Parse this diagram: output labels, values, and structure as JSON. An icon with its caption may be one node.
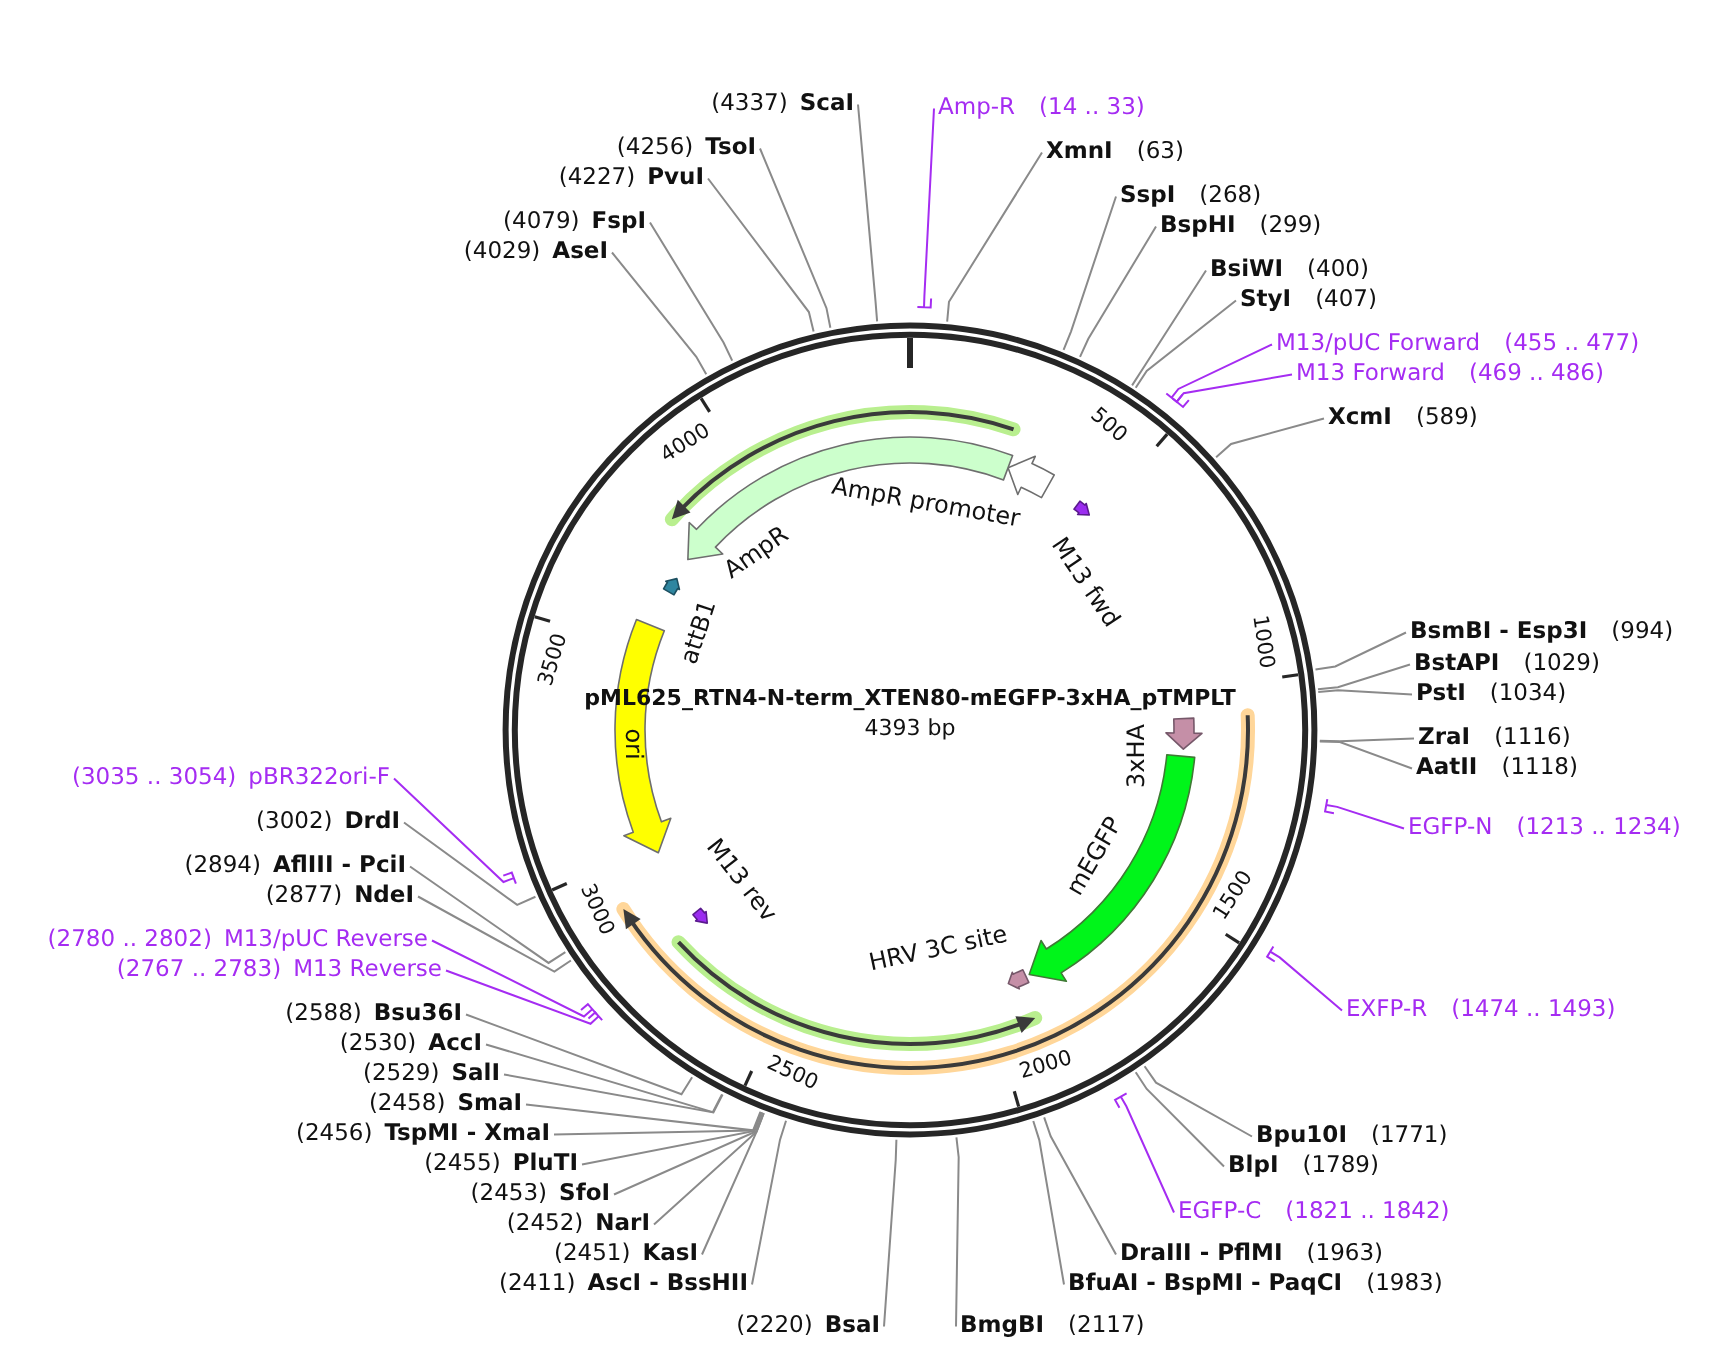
{
  "diagram": {
    "title": "pML625_RTN4-N-term_XTEN80-mEGFP-3xHA_pTMPLT",
    "nodes": [
      {
        "text": [
          "Amp-R",
          "(14 .. 33)"
        ]
      },
      {
        "text": [
          "XmnI",
          "(63)"
        ]
      },
      {
        "text": [
          "SspI",
          "(268)"
        ]
      },
      {
        "text": [
          "BspHI",
          "(299)"
        ]
      },
      {
        "text": [
          "BsiWI",
          "(400)"
        ]
      },
      {
        "text": [
          "StyI",
          "(407)"
        ]
      },
      {
        "text": [
          "M13/pUC Forward",
          "(455 .. 477)"
        ]
      },
      {
        "text": [
          "M13 Forward",
          "(469 .. 486)"
        ]
      },
      {
        "text": [
          "XcmI",
          "(589)"
        ]
      },
      {
        "text": [
          "BsmBI - Esp3I",
          "(994)"
        ]
      },
      {
        "text": [
          "BstAPI",
          "(1029)"
        ]
      },
      {
        "text": [
          "PstI",
          "(1034)"
        ]
      },
      {
        "text": [
          "ZraI",
          "(1116)"
        ]
      },
      {
        "text": [
          "AatII",
          "(1118)"
        ]
      },
      {
        "text": [
          "EGFP-N",
          "(1213 .. 1234)"
        ]
      },
      {
        "text": [
          "EXFP-R",
          "(1474 .. 1493)"
        ]
      },
      {
        "text": [
          "Bpu10I",
          "(1771)"
        ]
      },
      {
        "text": [
          "BlpI",
          "(1789)"
        ]
      },
      {
        "text": [
          "EGFP-C",
          "(1821 .. 1842)"
        ]
      },
      {
        "text": [
          "DraIII - PflMI",
          "(1963)"
        ]
      },
      {
        "text": [
          "BfuAI - BspMI - PaqCI",
          "(1983)"
        ]
      },
      {
        "text": [
          "BmgBI",
          "(2117)"
        ]
      },
      {
        "text": [
          "(2220)",
          "BsaI"
        ]
      },
      {
        "text": [
          "(2411)",
          "AscI - BssHII"
        ]
      },
      {
        "text": [
          "(2451)",
          "KasI"
        ]
      },
      {
        "text": [
          "(2452)",
          "NarI"
        ]
      },
      {
        "text": [
          "(2453)",
          "SfoI"
        ]
      },
      {
        "text": [
          "(2455)",
          "PluTI"
        ]
      },
      {
        "text": [
          "(2456)",
          "TspMI - XmaI"
        ]
      },
      {
        "text": [
          "(2458)",
          "SmaI"
        ]
      },
      {
        "text": [
          "(2529)",
          "SalI"
        ]
      },
      {
        "text": [
          "(2530)",
          "AccI"
        ]
      },
      {
        "text": [
          "(2588)",
          "Bsu36I"
        ]
      },
      {
        "text": [
          "(2767 .. 2783)",
          "M13 Reverse"
        ]
      },
      {
        "text": [
          "(2780 .. 2802)",
          "M13/pUC Reverse"
        ]
      },
      {
        "text": [
          "(2877)",
          "NdeI"
        ]
      },
      {
        "text": [
          "(2894)",
          "AflIII - PciI"
        ]
      },
      {
        "text": [
          "(3002)",
          "DrdI"
        ]
      },
      {
        "text": [
          "(3035 .. 3054)",
          "pBR322ori-F"
        ]
      },
      {
        "text": [
          "(4029)",
          "AseI"
        ]
      },
      {
        "text": [
          "(4079)",
          "FspI"
        ]
      },
      {
        "text": [
          "(4227)",
          "PvuI"
        ]
      },
      {
        "text": [
          "(4256)",
          "TsoI"
        ]
      },
      {
        "text": [
          "(4337)",
          "ScaI"
        ]
      },
      {
        "text": [
          "AmpR promoter"
        ]
      },
      {
        "text": [
          "M13 fwd"
        ]
      },
      {
        "text": [
          "3xHA"
        ]
      },
      {
        "text": [
          "mEGFP"
        ]
      },
      {
        "text": [
          "HRV 3C site"
        ]
      },
      {
        "text": [
          "M13 rev"
        ]
      },
      {
        "text": [
          "ori"
        ]
      },
      {
        "text": [
          "attB1"
        ]
      },
      {
        "text": [
          "AmpR"
        ]
      }
    ],
    "edges": [
      {
        "from": 0,
        "to": null,
        "arrow": "other",
        "color": "#a52cf2"
      },
      {
        "from": 1,
        "to": null,
        "arrow": "none"
      },
      {
        "from": 2,
        "to": null,
        "arrow": "none"
      },
      {
        "from": 3,
        "to": null,
        "arrow": "none"
      },
      {
        "from": 4,
        "to": null,
        "arrow": "none"
      },
      {
        "from": 5,
        "to": null,
        "arrow": "none"
      },
      {
        "from": 6,
        "to": null,
        "arrow": "other",
        "color": "#a52cf2"
      },
      {
        "from": 7,
        "to": null,
        "arrow": "other",
        "color": "#a52cf2"
      },
      {
        "from": 8,
        "to": null,
        "arrow": "none"
      },
      {
        "from": 9,
        "to": null,
        "arrow": "none"
      },
      {
        "from": 10,
        "to": null,
        "arrow": "none"
      },
      {
        "from": 11,
        "to": null,
        "arrow": "none"
      },
      {
        "from": 12,
        "to": null,
        "arrow": "none"
      },
      {
        "from": 13,
        "to": null,
        "arrow": "none"
      },
      {
        "from": 14,
        "to": null,
        "arrow": "other",
        "color": "#a52cf2"
      },
      {
        "from": 15,
        "to": null,
        "arrow": "other",
        "color": "#a52cf2"
      },
      {
        "from": 16,
        "to": null,
        "arrow": "none"
      },
      {
        "from": 17,
        "to": null,
        "arrow": "none"
      },
      {
        "from": 18,
        "to": null,
        "arrow": "other",
        "color": "#a52cf2"
      },
      {
        "from": 19,
        "to": null,
        "arrow": "none"
      },
      {
        "from": 20,
        "to": null,
        "arrow": "none"
      },
      {
        "from": 21,
        "to": null,
        "arrow": "none"
      },
      {
        "from": 22,
        "to": null,
        "arrow": "none"
      },
      {
        "from": 23,
        "to": null,
        "arrow": "none"
      },
      {
        "from": 24,
        "to": null,
        "arrow": "none"
      },
      {
        "from": 25,
        "to": null,
        "arrow": "none"
      },
      {
        "from": 26,
        "to": null,
        "arrow": "none"
      },
      {
        "from": 27,
        "to": null,
        "arrow": "none"
      },
      {
        "from": 28,
        "to": null,
        "arrow": "none"
      },
      {
        "from": 29,
        "to": null,
        "arrow": "none"
      },
      {
        "from": 30,
        "to": null,
        "arrow": "none"
      },
      {
        "from": 31,
        "to": null,
        "arrow": "none"
      },
      {
        "from": 32,
        "to": null,
        "arrow": "none"
      },
      {
        "from": 33,
        "to": null,
        "arrow": "other",
        "color": "#a52cf2"
      },
      {
        "from": 34,
        "to": null,
        "arrow": "other",
        "color": "#a52cf2"
      },
      {
        "from": 35,
        "to": null,
        "arrow": "none"
      },
      {
        "from": 36,
        "to": null,
        "arrow": "none"
      },
      {
        "from": 37,
        "to": null,
        "arrow": "none"
      },
      {
        "from": 38,
        "to": null,
        "arrow": "other",
        "color": "#a52cf2"
      },
      {
        "from": 39,
        "to": null,
        "arrow": "none"
      },
      {
        "from": 40,
        "to": null,
        "arrow": "none"
      },
      {
        "from": 41,
        "to": null,
        "arrow": "none"
      },
      {
        "from": 42,
        "to": null,
        "arrow": "none"
      },
      {
        "from": 43,
        "to": null,
        "arrow": "none"
      }
    ],
    "labels": [
      "4393 bp",
      "500",
      "1000",
      "1500",
      "2000",
      "2500",
      "3000",
      "3500",
      "4000"
    ]
  }
}
